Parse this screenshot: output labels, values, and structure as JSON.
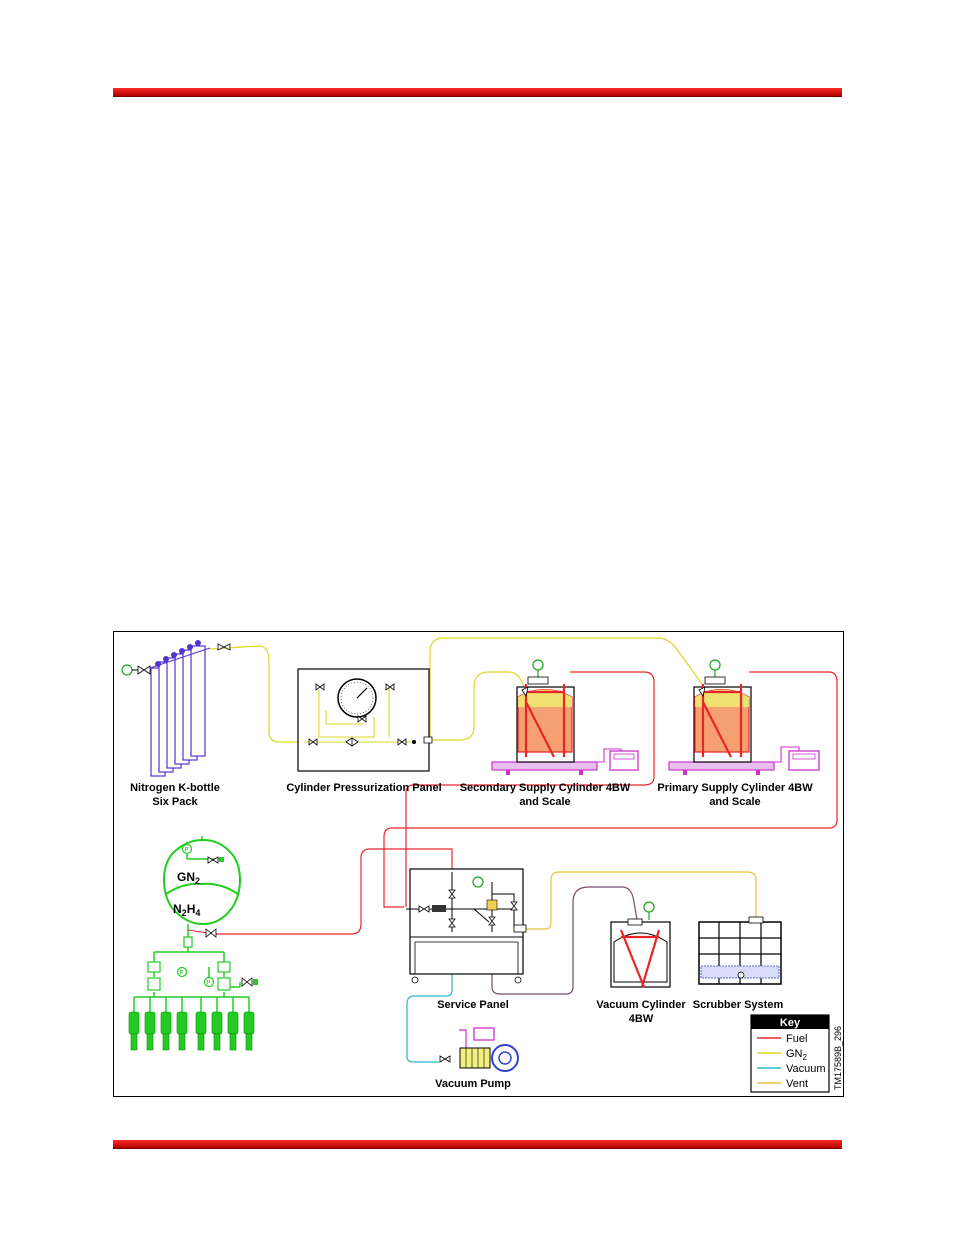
{
  "labels": {
    "nitrogen_line1": "Nitrogen K-bottle",
    "nitrogen_line2": "Six Pack",
    "cyl_press_panel": "Cylinder Pressurization Panel",
    "secondary_line1": "Secondary Supply Cylinder 4BW",
    "secondary_line2": "and Scale",
    "primary_line1": "Primary Supply Cylinder 4BW",
    "primary_line2": "and Scale",
    "service_panel": "Service Panel",
    "vacuum_cyl_line1": "Vacuum Cylinder",
    "vacuum_cyl_line2": "4BW",
    "scrubber": "Scrubber System",
    "vacuum_pump": "Vacuum Pump",
    "gn2_main": "GN",
    "gn2_sub": "2",
    "n2h4_n": "N",
    "n2h4_sub1": "2",
    "n2h4_h": "H",
    "n2h4_sub2": "4",
    "gauge_p1": "P",
    "gauge_p2": "P",
    "gauge_p3": "P",
    "drawing_id": "TM17589B_296"
  },
  "key": {
    "title": "Key",
    "fuel": "Fuel",
    "gn2_main": "GN",
    "gn2_sub": "2",
    "vacuum": "Vacuum",
    "vent": "Vent"
  },
  "colors": {
    "fuel": "#e8262a",
    "gn2": "#d9d926",
    "vacuum": "#2ab8c8",
    "vent": "#e8c23a",
    "n2h4_system": "#22cc22",
    "nitrogen_bottles": "#5533cc",
    "scale": "#cc33cc",
    "vacuum_return": "#7a4a6a",
    "rule": "#d40000"
  }
}
